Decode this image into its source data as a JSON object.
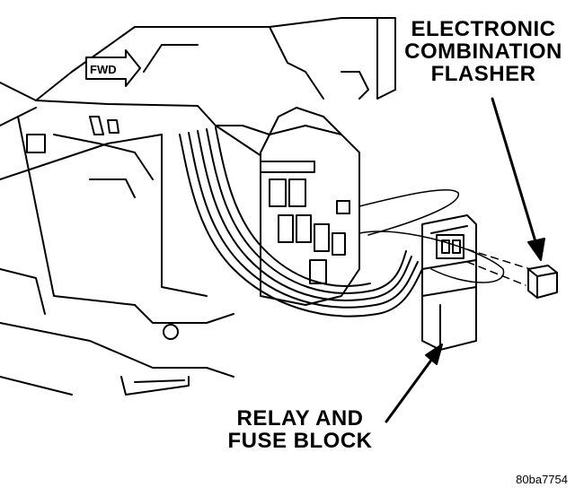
{
  "fwd_label": "FWD",
  "flasher_label": [
    "ELECTRONIC",
    "COMBINATION",
    "FLASHER"
  ],
  "relay_label": [
    "RELAY AND",
    "FUSE BLOCK"
  ],
  "figure_id": "80ba7754",
  "colors": {
    "ink": "#000000",
    "paper": "#ffffff"
  }
}
